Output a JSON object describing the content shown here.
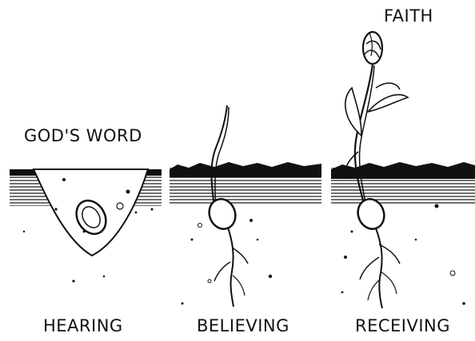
{
  "labels": {
    "top": "FAITH",
    "left": "GOD'S WORD",
    "stages": [
      "HEARING",
      "BELIEVING",
      "RECEIVING"
    ]
  }
}
